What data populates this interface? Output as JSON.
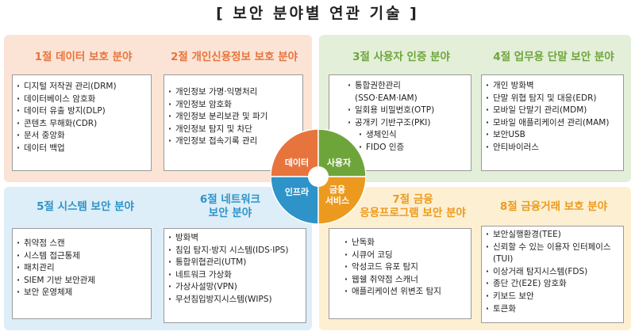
{
  "title": "[ 보안 분야별 연관 기술 ]",
  "colors": {
    "orange": "#e8743d",
    "green": "#6ea53b",
    "blue": "#2e93c8",
    "yellow": "#ec9a1f"
  },
  "center": {
    "top_left": "데이터",
    "top_right": "사용자",
    "bottom_left": "인프라",
    "bottom_right_line1": "금융",
    "bottom_right_line2": "서비스"
  },
  "sections": [
    {
      "title": "1절 데이터 보호 분야",
      "items": [
        "디지털 저작권 관리(DRM)",
        "데이터베이스 암호화",
        "데이터 유출 방지(DLP)",
        "콘텐츠 무해화(CDR)",
        "문서 중앙화",
        "데이터 백업"
      ]
    },
    {
      "title": "2절 개인신용정보 보호 분야",
      "items": [
        "개인정보 가명·익명처리",
        "개인정보 암호화",
        "개인정보 분리보관 및 파기",
        "개인정보 탐지 및 차단",
        "개인정보 접속기록 관리"
      ]
    },
    {
      "title": "3절 사용자 인증 분야",
      "items": [
        "통합권한관리",
        "(SSO·EAM·IAM)",
        "일회용 비밀번호(OTP)",
        "공개키 기반구조(PKI)",
        "생체인식",
        "FIDO 인증"
      ]
    },
    {
      "title": "4절 업무용 단말 보안 분야",
      "items": [
        "개인 방화벽",
        "단말 위협 탐지 및 대응(EDR)",
        "모바일 단말기 관리(MDM)",
        "모바일 애플리케이션 관리(MAM)",
        "보안USB",
        "안티바이러스"
      ]
    },
    {
      "title": "5절 시스템 보안 분야",
      "items": [
        "취약점 스캔",
        "시스템 접근통제",
        "패치관리",
        "SIEM 기반 보안관제",
        "보안 운영체제"
      ]
    },
    {
      "title_line1": "6절 네트워크",
      "title_line2": "보안 분야",
      "items": [
        "방화벽",
        "침입 탐지·방지 시스템(IDS·IPS)",
        "통합위협관리(UTM)",
        "네트워크 가상화",
        "가상사설망(VPN)",
        "무선침입방지시스템(WIPS)"
      ]
    },
    {
      "title_line1": "7절 금융",
      "title_line2": "응용프로그램 보안 분야",
      "items": [
        "난독화",
        "시큐어 코딩",
        "악성코드 유포 탐지",
        "웹쉘 취약점 스캐너",
        "애플리케이션 위변조 탐지"
      ]
    },
    {
      "title": "8절 금융거래 보호 분야",
      "items": [
        "보안실행환경(TEE)",
        "신뢰할 수 있는 이용자 인터페이스",
        "(TUI)",
        "이상거래 탐지시스템(FDS)",
        "종단 간(E2E) 암호화",
        "키보드 보안",
        "토큰화"
      ]
    }
  ]
}
